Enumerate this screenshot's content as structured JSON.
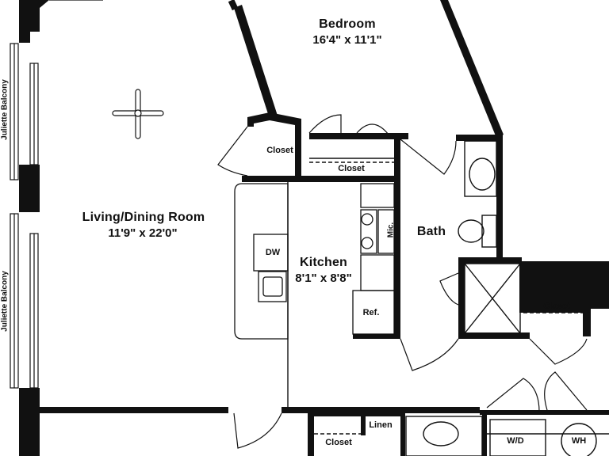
{
  "rooms": {
    "bedroom": {
      "name": "Bedroom",
      "dims": "16'4\" x 11'1\""
    },
    "living": {
      "name": "Living/Dining Room",
      "dims": "11'9\" x 22'0\""
    },
    "kitchen": {
      "name": "Kitchen",
      "dims": "8'1\" x 8'8\""
    },
    "bath": {
      "name": "Bath"
    }
  },
  "labels": {
    "closet": "Closet",
    "dishwasher": "DW",
    "microwave": "Mic.",
    "refrigerator": "Ref.",
    "linen": "Linen",
    "washer_dryer": "W/D",
    "water_heater": "WH",
    "balcony": "Juliette Balcony"
  },
  "colors": {
    "wall": "#111111",
    "background": "#ffffff"
  }
}
